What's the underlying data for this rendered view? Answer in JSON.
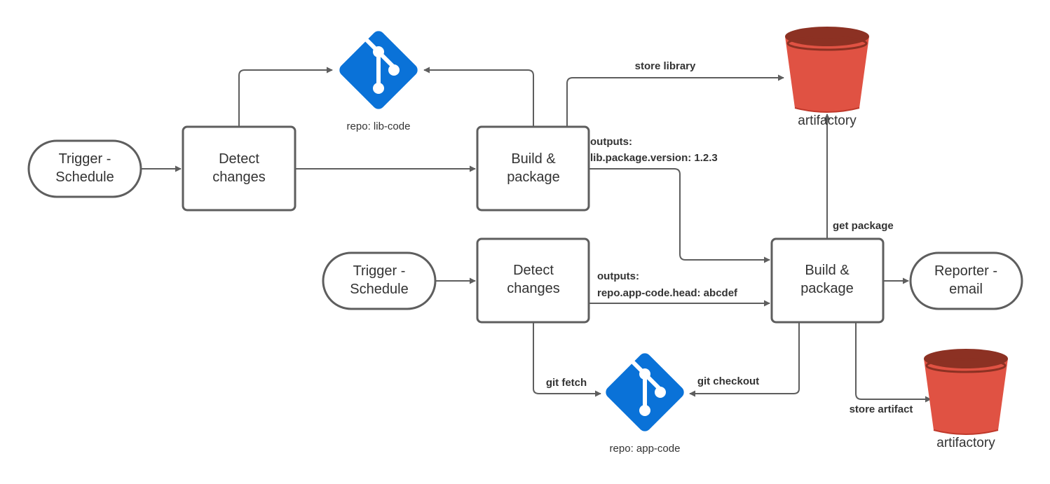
{
  "colors": {
    "stroke": "#5e5e5e",
    "text": "#333333",
    "git_blue": "#0a72d8",
    "bucket_red": "#e05243",
    "bucket_dark": "#8c3123"
  },
  "icons": {
    "git": "git-logo-icon",
    "bucket": "s3-bucket-icon"
  },
  "nodes": {
    "trigger_top": {
      "line1": "Trigger -",
      "line2": "Schedule"
    },
    "detect_top": {
      "line1": "Detect",
      "line2": "changes"
    },
    "build_top": {
      "line1": "Build &",
      "line2": "package"
    },
    "trigger_bottom": {
      "line1": "Trigger -",
      "line2": "Schedule"
    },
    "detect_bottom": {
      "line1": "Detect",
      "line2": "changes"
    },
    "build_bottom": {
      "line1": "Build &",
      "line2": "package"
    },
    "reporter": {
      "line1": "Reporter -",
      "line2": "email"
    }
  },
  "repos": {
    "lib": "repo: lib-code",
    "app": "repo: app-code"
  },
  "artifactory": {
    "top": "artifactory",
    "bottom": "artifactory"
  },
  "labels": {
    "store_library": "store library",
    "outputs_lib_1": "outputs:",
    "outputs_lib_2": "lib.package.version: 1.2.3",
    "get_package": "get package",
    "outputs_app_1": "outputs:",
    "outputs_app_2": "repo.app-code.head: abcdef",
    "git_fetch": "git fetch",
    "git_checkout": "git checkout",
    "store_artifact": "store artifact"
  }
}
